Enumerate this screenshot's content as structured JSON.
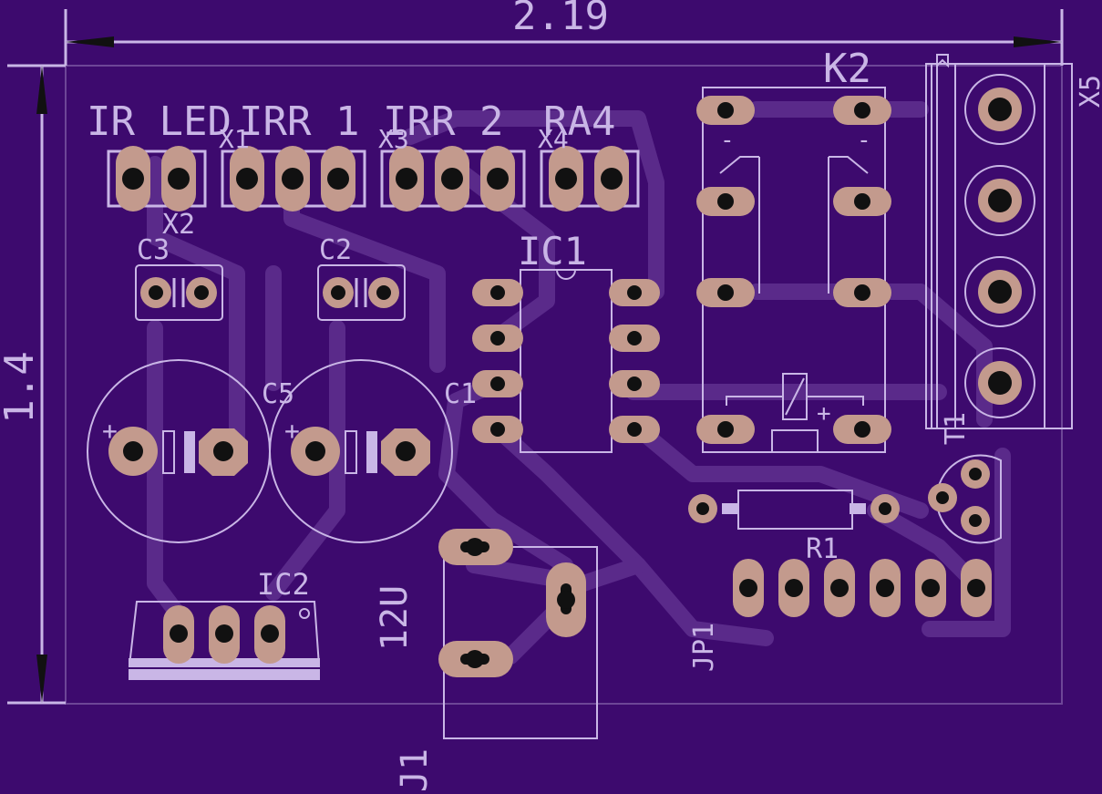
{
  "labels": {
    "dim_width": "2.19",
    "dim_height": "1.4",
    "k2": "K2",
    "x5": "X5",
    "ir_led": "IR LED",
    "irr1": "IRR 1",
    "irr2": "IRR 2",
    "ra4": "RA4",
    "x1": "X1",
    "x2": "X2",
    "x3": "X3",
    "x4": "X4",
    "c1": "C1",
    "c2": "C2",
    "c3": "C3",
    "c5": "C5",
    "ic1": "IC1",
    "ic2": "IC2",
    "r1": "R1",
    "t1": "T1",
    "jp1": "JP1",
    "j1": "J1",
    "v12": "12U",
    "plus": "+",
    "minus": "-"
  },
  "colors": {
    "board": "#3d0a6e",
    "trace": "#5a2a8a",
    "silkscreen": "#c9b6e6",
    "pad": "#c39a8d",
    "drill": "#111111"
  }
}
